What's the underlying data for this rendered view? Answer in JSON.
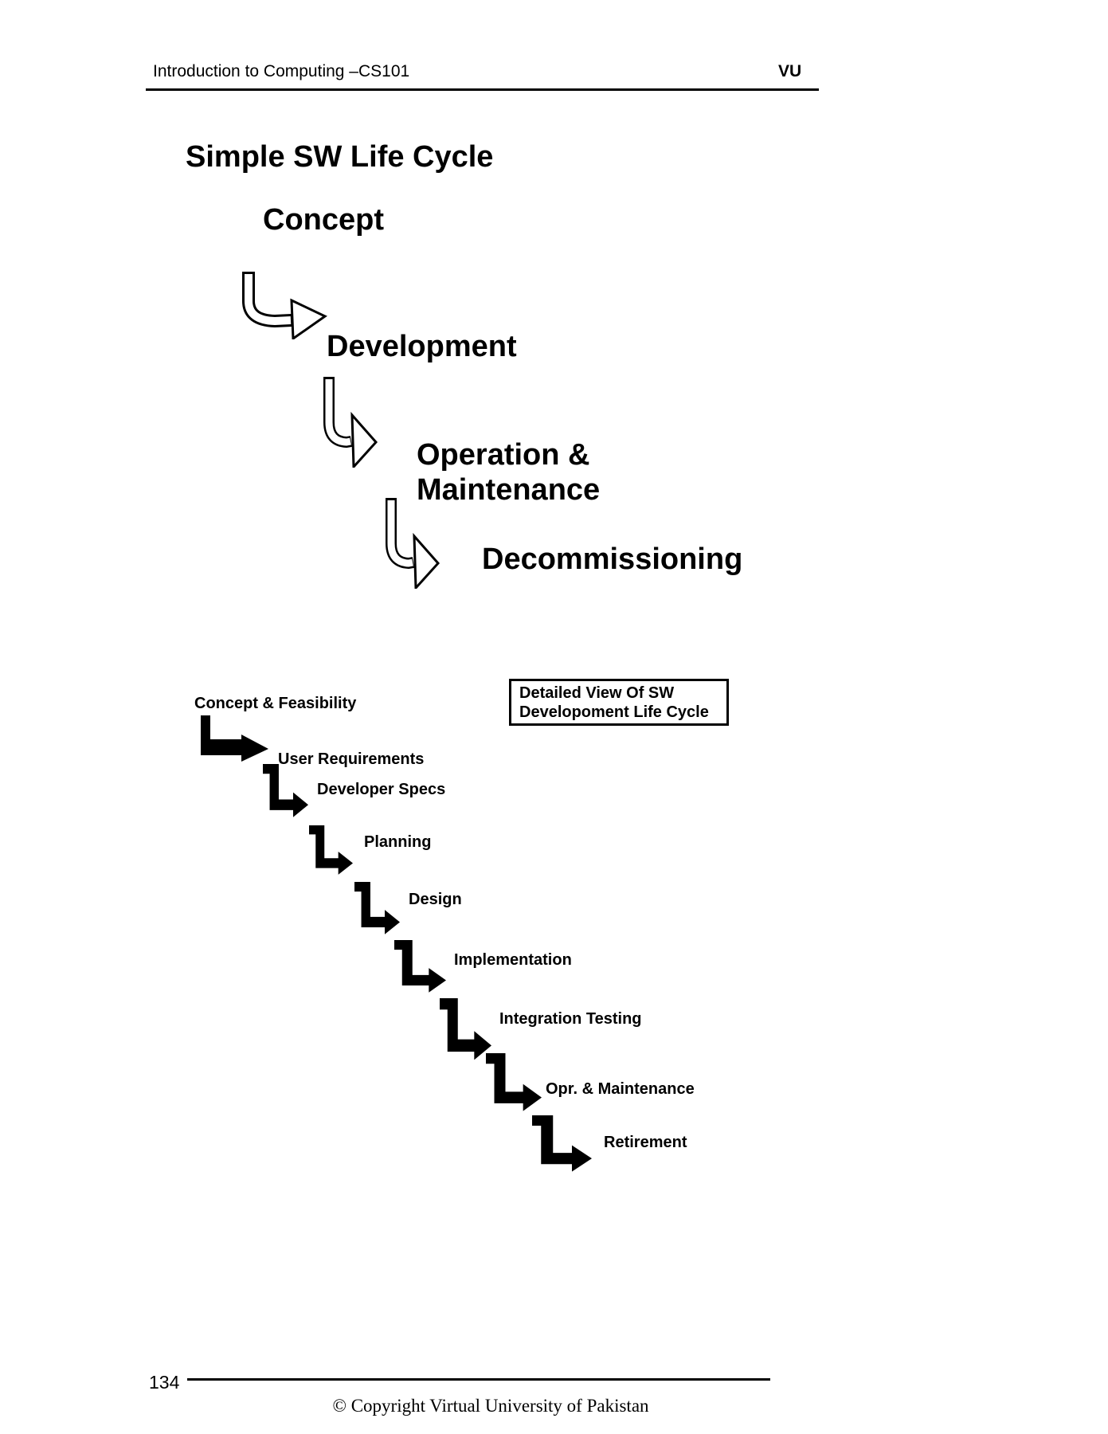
{
  "header": {
    "left": "Introduction to Computing –CS101",
    "right": "VU"
  },
  "diagram_simple": {
    "title": "Simple SW Life Cycle",
    "stages": [
      "Concept",
      "Development",
      "Operation & Maintenance",
      "Decommissioning"
    ]
  },
  "diagram_detailed": {
    "caption_line1": "Detailed View Of SW",
    "caption_line2": "Developoment Life Cycle",
    "stages": [
      "Concept & Feasibility",
      "User Requirements",
      "Developer Specs",
      "Planning",
      "Design",
      "Implementation",
      "Integration Testing",
      "Opr. & Maintenance",
      "Retirement"
    ]
  },
  "footer": {
    "page_number": "134",
    "copyright_text": "© Copyright Virtual University of Pakistan"
  },
  "colors": {
    "ink": "#000000",
    "background": "#ffffff"
  }
}
